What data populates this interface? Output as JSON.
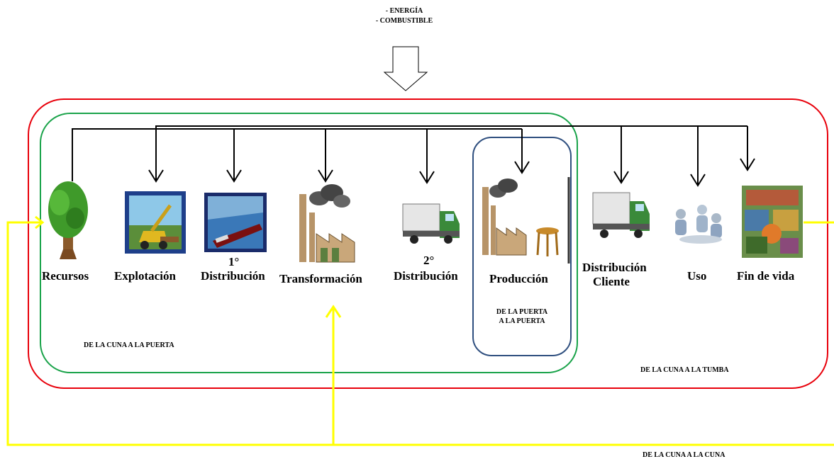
{
  "inputs": {
    "line1": "- ENERGÍA",
    "line2": "- COMBUSTIBLE"
  },
  "stages": [
    {
      "id": "recursos",
      "icon": "tree-icon",
      "label": "Recursos"
    },
    {
      "id": "explotacion",
      "icon": "logging-machine-icon",
      "label": "Explotación"
    },
    {
      "id": "distribucion1",
      "icon": "ship-icon",
      "prefix": "1°",
      "label": "Distribución"
    },
    {
      "id": "transformacion",
      "icon": "factory-icon",
      "label": "Transformación"
    },
    {
      "id": "distribucion2",
      "icon": "truck-icon",
      "prefix": "2°",
      "label": "Distribución"
    },
    {
      "id": "produccion",
      "icon": "factory-table-icon",
      "label": "Producción"
    },
    {
      "id": "distribucion-cliente",
      "icon": "truck-icon",
      "label": "Distribución",
      "label2": "Cliente"
    },
    {
      "id": "uso",
      "icon": "people-using-icon",
      "label": "Uso"
    },
    {
      "id": "fin-de-vida",
      "icon": "recycling-collage-icon",
      "label": "Fin de vida"
    }
  ],
  "scopes": {
    "gate_to_gate_line1": "DE LA PUERTA",
    "gate_to_gate_line2": "A LA PUERTA",
    "cradle_to_gate": "DE LA CUNA  A LA PUERTA",
    "cradle_to_grave": "DE LA CUNA  A LA  TUMBA",
    "cradle_to_cradle": "DE LA CUNA A LA  CUNA"
  },
  "colors": {
    "cradle_to_grave": "#e8000b",
    "cradle_to_gate": "#1aa34a",
    "gate_to_gate": "#2f4f7f",
    "cradle_to_cradle": "#ffff00"
  }
}
